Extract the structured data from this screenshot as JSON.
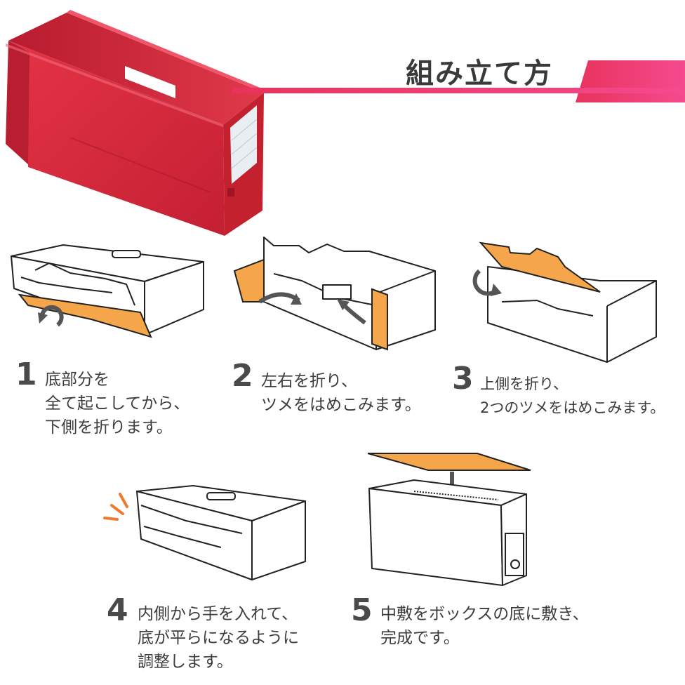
{
  "title": "組み立て方",
  "colors": {
    "accent_pink": "#e8336a",
    "box_red": "#d7263a",
    "cardboard_orange": "#f5a64a",
    "arrow_gray": "#555555",
    "line": "#222222"
  },
  "steps": [
    {
      "number": "1",
      "lines": [
        "底部分を",
        "全て起こしてから、",
        "下側を折ります。"
      ]
    },
    {
      "number": "2",
      "lines": [
        "左右を折り、",
        "ツメをはめこみます。"
      ]
    },
    {
      "number": "3",
      "lines": [
        "上側を折り、",
        "2つのツメをはめこみます。"
      ]
    },
    {
      "number": "4",
      "lines": [
        "内側から手を入れて、",
        "底が平らになるように",
        "調整します。"
      ]
    },
    {
      "number": "5",
      "lines": [
        "中敷をボックスの底に敷き、",
        "完成です。"
      ]
    }
  ],
  "icons": [
    "rotate-arrow-icon",
    "down-arrow-icon",
    "impact-lines-icon"
  ]
}
